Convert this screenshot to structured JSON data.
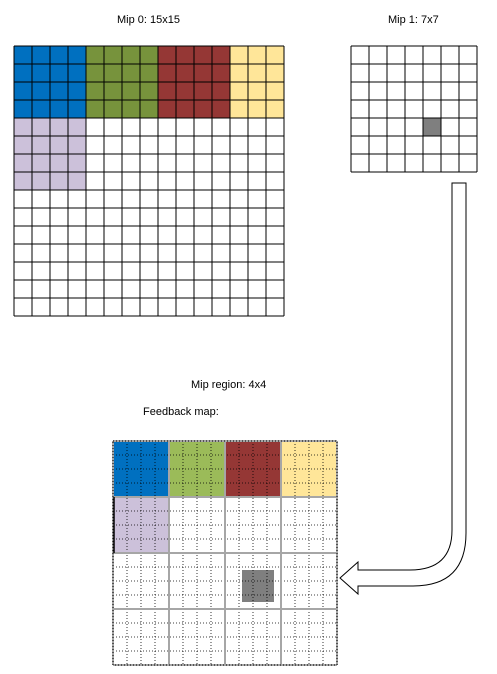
{
  "labels": {
    "mip0_title": "Mip 0: 15x15",
    "mip1_title": "Mip 1: 7x7",
    "mip_region": "Mip region: 4x4",
    "feedback_map": "Feedback map:"
  },
  "mip0": {
    "cells": 15,
    "regions": [
      {
        "name": "blue",
        "color": "#0070c0",
        "col": 0,
        "row": 0,
        "cols": 4,
        "rows": 4
      },
      {
        "name": "green",
        "color": "#77933c",
        "col": 4,
        "row": 0,
        "cols": 4,
        "rows": 4
      },
      {
        "name": "red",
        "color": "#953735",
        "col": 8,
        "row": 0,
        "cols": 4,
        "rows": 4
      },
      {
        "name": "yellow",
        "color": "#ffe699",
        "col": 12,
        "row": 0,
        "cols": 3,
        "rows": 4
      },
      {
        "name": "purple",
        "color": "#ccc1da",
        "col": 0,
        "row": 4,
        "cols": 4,
        "rows": 4
      }
    ]
  },
  "mip1": {
    "cells": 7,
    "highlight": {
      "color": "#7f7f7f",
      "col": 4,
      "row": 4
    }
  },
  "feedback": {
    "regions": 4,
    "colors": {
      "blue": "#0070c0",
      "green": "#9bbb59",
      "red": "#953735",
      "yellow": "#ffe699",
      "purple": "#ccc1da",
      "gray": "#7f7f7f",
      "region_border": "#a6a6a6"
    }
  }
}
